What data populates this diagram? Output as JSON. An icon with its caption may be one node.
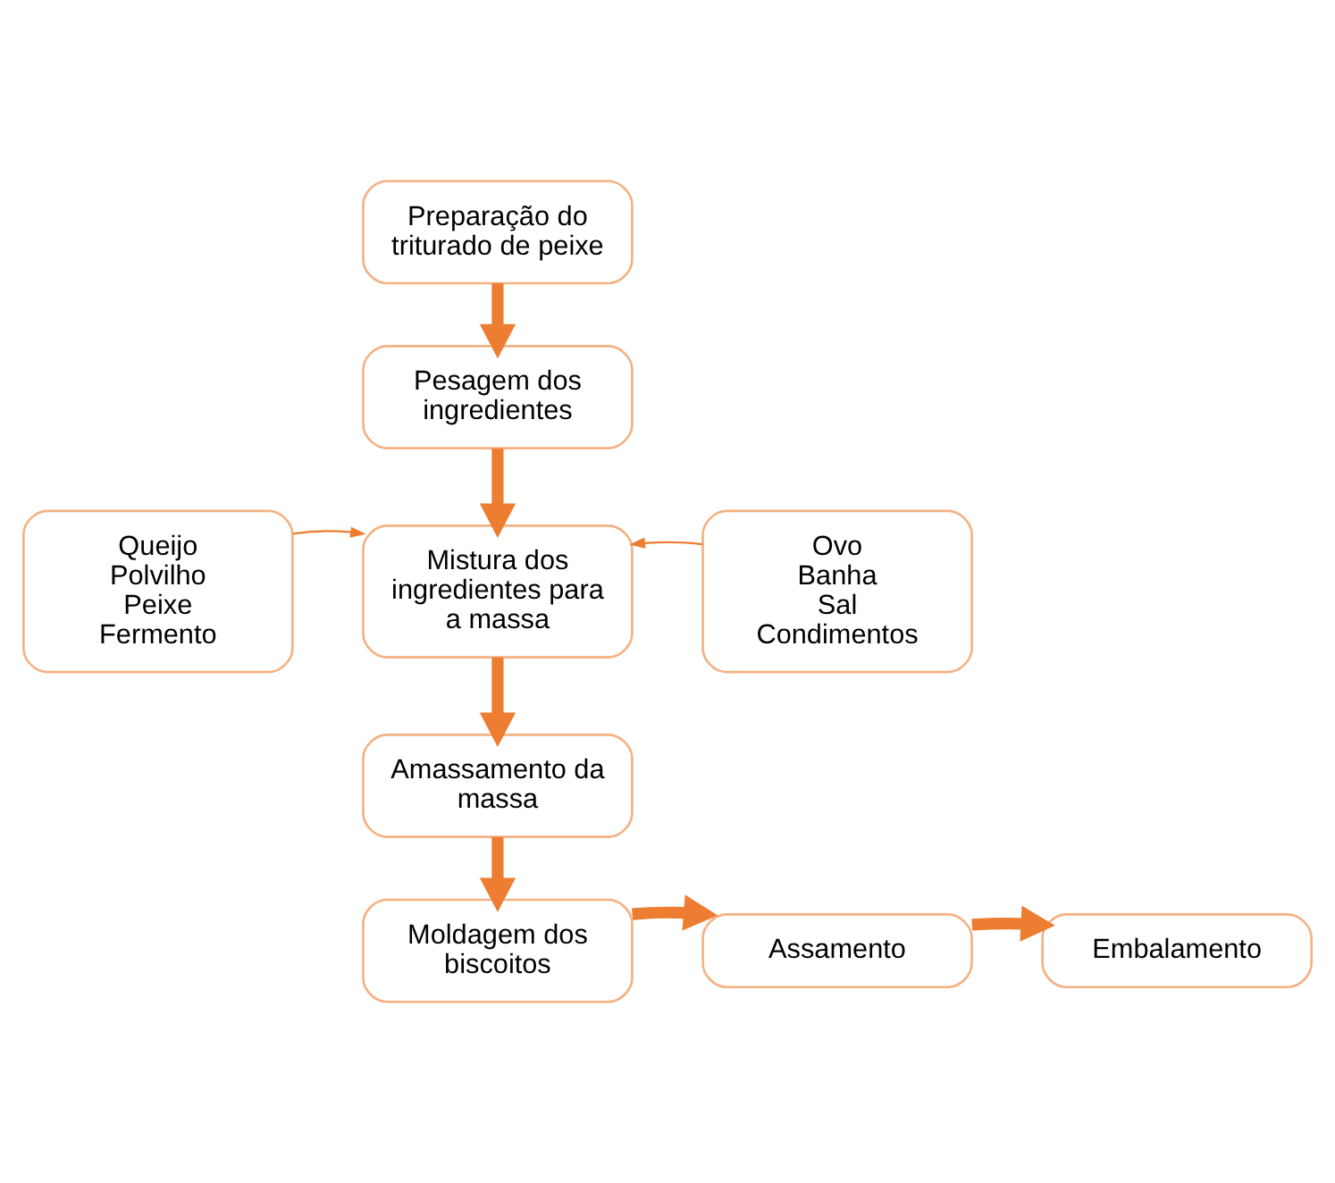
{
  "diagram": {
    "nodes": [
      {
        "text": [
          "Preparação do triturado de peixe"
        ]
      },
      {
        "text": [
          "Pesagem dos ingredientes"
        ]
      },
      {
        "text": [
          "Mistura dos ingredientes para a massa"
        ]
      },
      {
        "text": [
          "Ovo Banha Sal Condimentos"
        ]
      },
      {
        "text": [
          "Queijo Polvilho Peixe Fermento"
        ]
      },
      {
        "text": [
          "Amassamento da massa"
        ]
      },
      {
        "text": [
          "Moldagem dos biscoitos"
        ]
      },
      {
        "text": [
          "Assamento"
        ]
      },
      {
        "text": [
          "Embalamento"
        ]
      }
    ],
    "edges": [
      {
        "from": 0,
        "to": 1,
        "arrow": "to"
      },
      {
        "from": 1,
        "to": 2,
        "arrow": "to"
      },
      {
        "from": 3,
        "to": 2,
        "arrow": "to"
      },
      {
        "from": 4,
        "to": 2,
        "arrow": "to"
      },
      {
        "from": 2,
        "to": 5,
        "arrow": "to"
      },
      {
        "from": 5,
        "to": 6,
        "arrow": "to"
      },
      {
        "from": 6,
        "to": 7,
        "arrow": "to"
      },
      {
        "from": 7,
        "to": 8,
        "arrow": "to"
      }
    ]
  }
}
